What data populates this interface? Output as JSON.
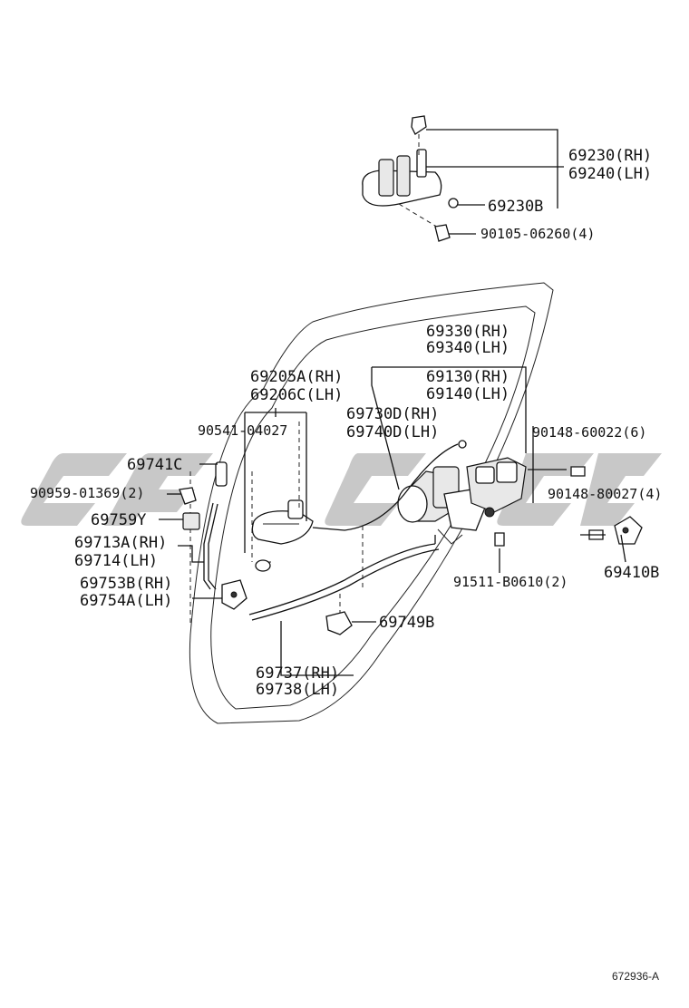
{
  "diagram": {
    "labels": {
      "handle_rh": "69230(RH)",
      "handle_lh": "69240(LH)",
      "handle_sub": "69230B",
      "screw_top": "90105-06260(4)",
      "lock_rh": "69330(RH)",
      "lock_lh": "69340(LH)",
      "lockasm_rh": "69130(RH)",
      "lockasm_lh": "69140(LH)",
      "ext_handle_rh": "69205A(RH)",
      "ext_handle_lh": "69206C(LH)",
      "rod_rh": "69730D(RH)",
      "rod_lh": "69740D(LH)",
      "clip_90541": "90541-04027",
      "screw_60022": "90148-60022(6)",
      "knob": "69741C",
      "clip_90959": "90959-01369(2)",
      "part_69759y": "69759Y",
      "screw_80027": "90148-80027(4)",
      "link_rh": "69713A(RH)",
      "link_lh": "69714(LH)",
      "striker": "69410B",
      "guide_rh": "69753B(RH)",
      "guide_lh": "69754A(LH)",
      "screw_91511": "91511-B0610(2)",
      "clip_69749b": "69749B",
      "cable_rh": "69737(RH)",
      "cable_lh": "69738(LH)",
      "ref": "672936-A"
    }
  }
}
